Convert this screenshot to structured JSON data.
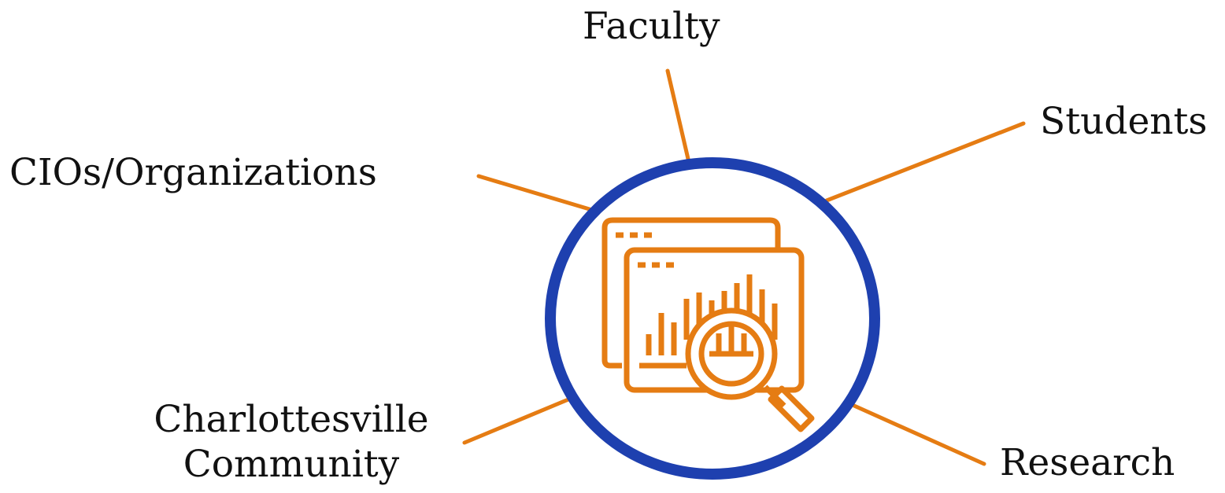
{
  "diagram": {
    "center": {
      "icon": "analytics-magnifier-icon",
      "ring_color": "#1e40af",
      "icon_color": "#e57c13"
    },
    "connector_color": "#e57c13",
    "nodes": [
      {
        "id": "faculty",
        "label": "Faculty"
      },
      {
        "id": "students",
        "label": "Students"
      },
      {
        "id": "cios",
        "label": "CIOs/Organizations"
      },
      {
        "id": "community",
        "label_lines": [
          "Charlottesville",
          "Community"
        ]
      },
      {
        "id": "research",
        "label": "Research"
      }
    ]
  }
}
